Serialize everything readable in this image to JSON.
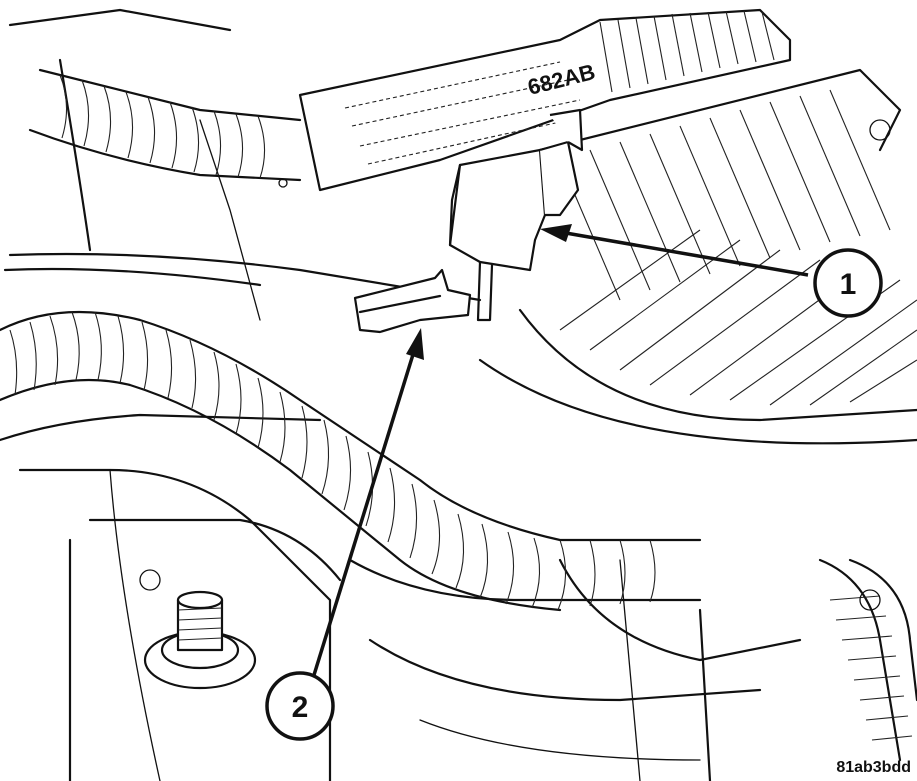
{
  "harness_label": {
    "part_number": "682AB"
  },
  "callouts": [
    {
      "number": "1",
      "target": "connector"
    },
    {
      "number": "2",
      "target": "retaining-clip"
    }
  ],
  "figure_id": "81ab3bdd",
  "colors": {
    "line": "#111111",
    "background": "#ffffff"
  }
}
